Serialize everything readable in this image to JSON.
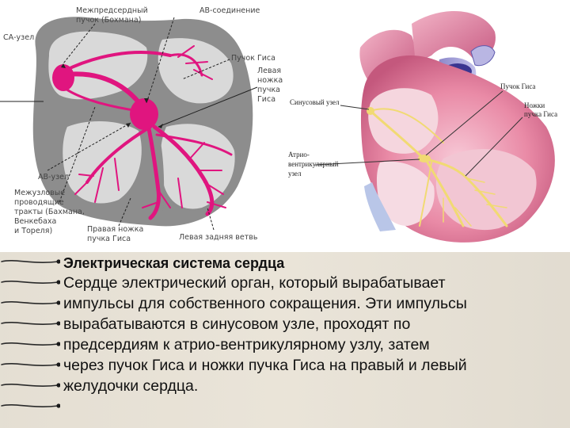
{
  "diagram_left": {
    "labels": {
      "sa_node": "СА-узел",
      "interatrial_bundle_line1": "Межпредсердный",
      "interatrial_bundle_line2": "пучок (Бохмана)",
      "av_junction": "АВ-соединение",
      "his_bundle": "Пучок Гиса",
      "left_bundle_line1": "Левая",
      "left_bundle_line2": "ножка",
      "left_bundle_line3": "пучка",
      "left_bundle_line4": "Гиса",
      "av_node": "АВ-узел",
      "internodal_line1": "Межузловые",
      "internodal_line2": "проводящие",
      "internodal_line3": "тракты (Бахмана,",
      "internodal_line4": "Венкебаха",
      "internodal_line5": "и Тореля)",
      "right_bundle_line1": "Правая ножка",
      "right_bundle_line2": "пучка Гиса",
      "left_posterior_branch": "Левая задняя ветвь"
    }
  },
  "diagram_right": {
    "labels": {
      "sinus_node": "Синусовый узел",
      "his_bundle": "Пучок Гиса",
      "bundle_branches_line1": "Ножки",
      "bundle_branches_line2": "пучка Гиса",
      "av_node_line1": "Атрио-",
      "av_node_line2": "вентрикулярный",
      "av_node_line3": "узел"
    }
  },
  "caption": {
    "title": "Электрическая система сердца",
    "body": "Сердце электрический орган, который вырабатывает\nимпульсы для собственного сокращения. Эти импульсы\nвырабатываются в синусовом узле, проходят по\nпредсердиям к атрио-вентрикулярному узлу, затем\nчерез пучок Гиса и ножки пучка Гиса на правый и левый\nжелудочки сердца."
  },
  "colors": {
    "conduction_magenta": "#e0157f",
    "heart_wall_gray": "#8d8d8d",
    "heart_pink": "#e98aa6",
    "conduction_yellow": "#f1da73",
    "panel_beige": "#e9e3d7"
  }
}
